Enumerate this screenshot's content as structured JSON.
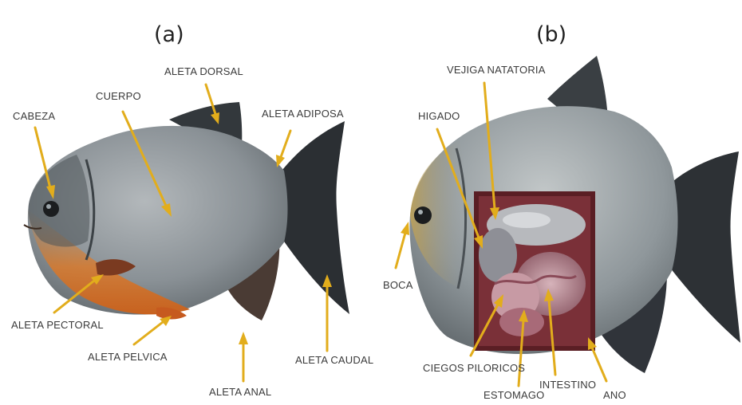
{
  "panels": {
    "a": {
      "label": "(a)",
      "labels": {
        "cabeza": "CABEZA",
        "cuerpo": "CUERPO",
        "aleta_dorsal": "ALETA DORSAL",
        "aleta_adiposa": "ALETA ADIPOSA",
        "aleta_pectoral": "ALETA PECTORAL",
        "aleta_pelvica": "ALETA PELVICA",
        "aleta_anal": "ALETA ANAL",
        "aleta_caudal": "ALETA CAUDAL"
      }
    },
    "b": {
      "label": "(b)",
      "labels": {
        "vejiga_natatoria": "VEJIGA NATATORIA",
        "higado": "HIGADO",
        "boca": "BOCA",
        "ciegos_piloricos": "CIEGOS PILORICOS",
        "estomago": "ESTOMAGO",
        "intestino": "INTESTINO",
        "ano": "ANO"
      }
    }
  },
  "colors": {
    "arrow": "#e2ad1c",
    "fish_body": "#8e959a",
    "fish_belly": "#d97a2c",
    "fins": "#2b2f33",
    "organs": "#b88d96",
    "cavity": "#5a1e24"
  }
}
